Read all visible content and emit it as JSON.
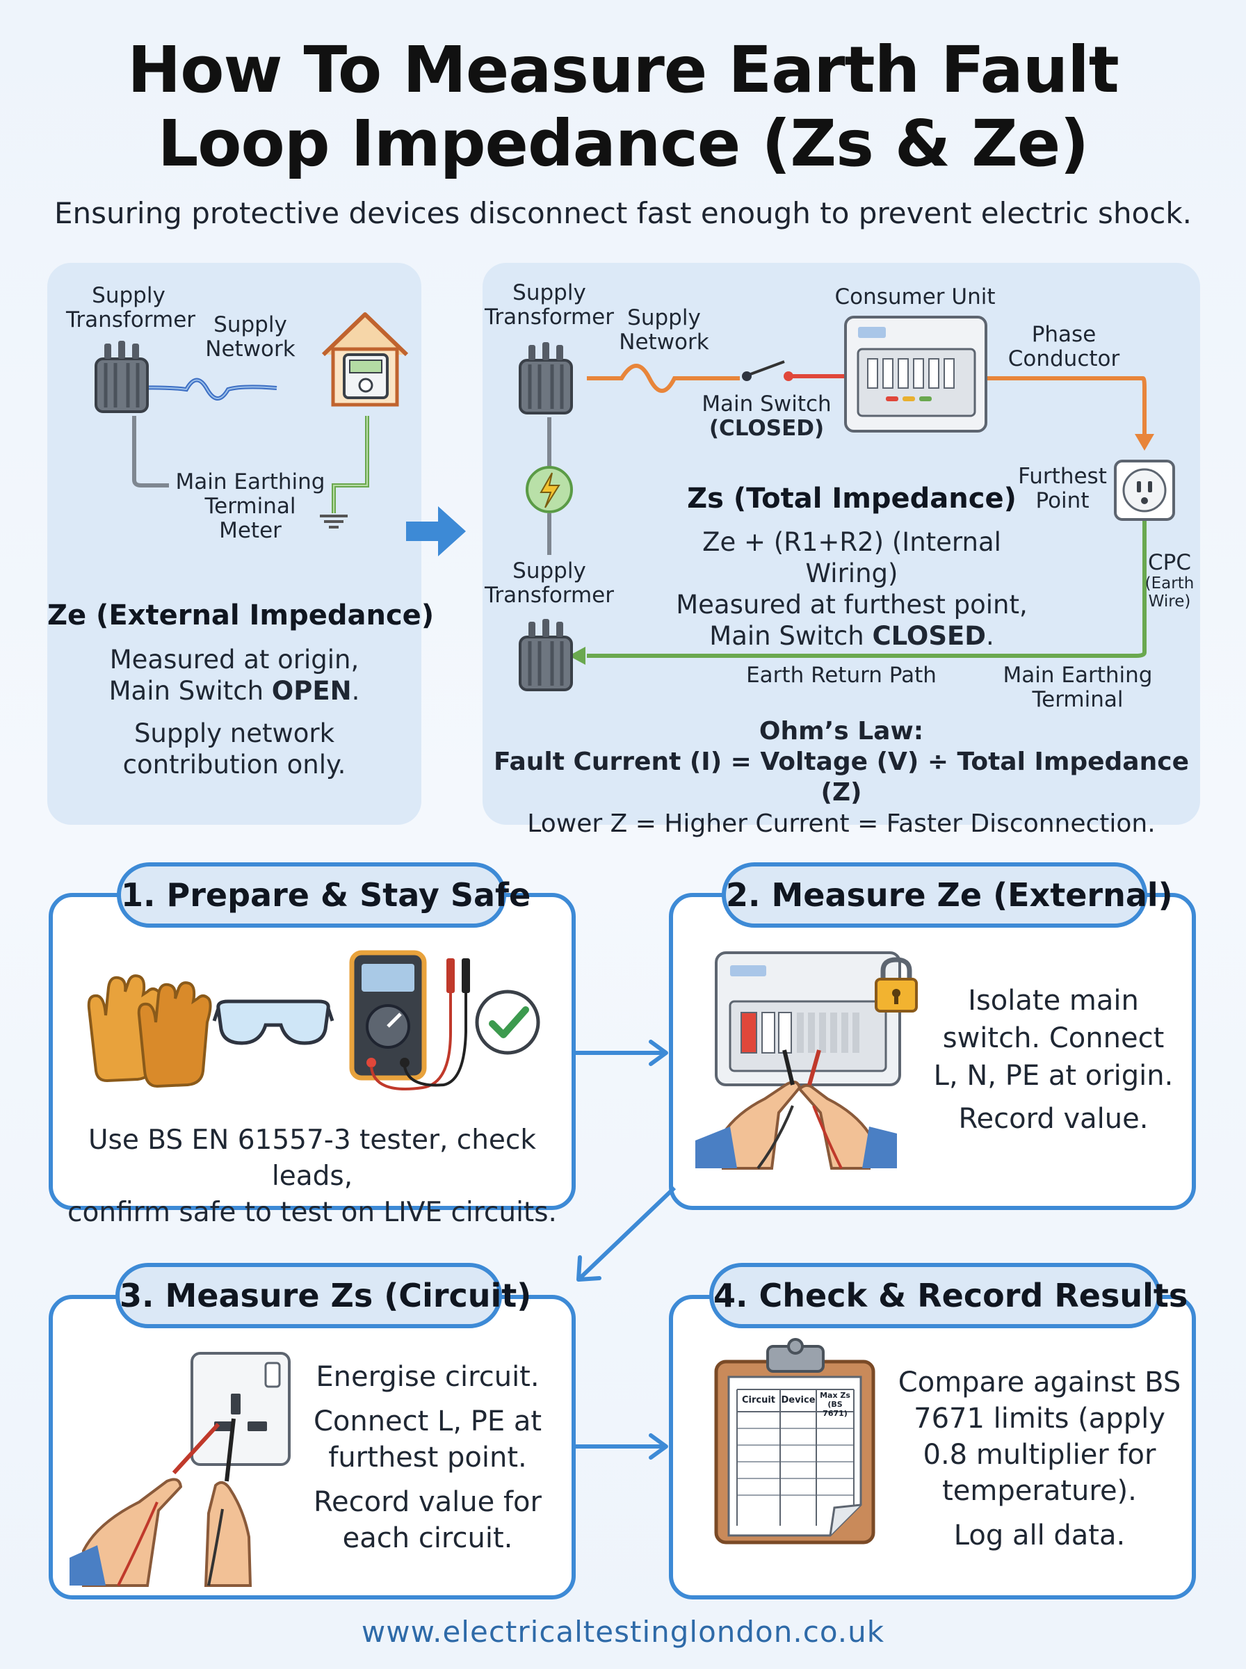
{
  "title": {
    "line1": "How To Measure Earth Fault",
    "line2": "Loop Impedance (Zs & Ze)"
  },
  "subtitle": "Ensuring protective devices disconnect fast enough to prevent electric shock.",
  "ze_panel": {
    "supply_transformer_1": "Supply",
    "supply_transformer_2": "Transformer",
    "supply_network_1": "Supply",
    "supply_network_2": "Network",
    "met_1": "Main Earthing",
    "met_2": "Terminal",
    "met_3": "Meter",
    "heading": "Ze (External Impedance)",
    "desc_1": "Measured at origin,",
    "desc_2_prefix": "Main Switch ",
    "desc_2_bold": "OPEN",
    "desc_2_suffix": ".",
    "desc_3": "Supply network",
    "desc_4": "contribution only."
  },
  "zs_panel": {
    "supply_transformer_1": "Supply",
    "supply_transformer_2": "Transformer",
    "supply_network_1": "Supply",
    "supply_network_2": "Network",
    "consumer_unit": "Consumer Unit",
    "phase_1": "Phase",
    "phase_2": "Conductor",
    "main_switch_1": "Main Switch",
    "main_switch_2": "(CLOSED)",
    "furthest_1": "Furthest",
    "furthest_2": "Point",
    "cpc_1": "CPC",
    "cpc_2": "(Earth",
    "cpc_3": "Wire)",
    "lower_transformer_1": "Supply",
    "lower_transformer_2": "Transformer",
    "heading": "Zs (Total Impedance)",
    "desc_1": "Ze + (R1+R2) (Internal Wiring)",
    "desc_2": "Measured at furthest point,",
    "desc_3_prefix": "Main Switch ",
    "desc_3_bold": "CLOSED",
    "desc_3_suffix": ".",
    "earth_return": "Earth Return Path",
    "met_1": "Main Earthing",
    "met_2": "Terminal",
    "ohms_heading": "Ohm’s Law:",
    "ohms_formula": "Fault Current (I) = Voltage (V) ÷ Total Impedance (Z)",
    "ohms_note": "Lower Z = Higher Current = Faster Disconnection."
  },
  "steps": [
    {
      "label": "1. Prepare & Stay Safe",
      "text_1": "Use BS EN 61557-3 tester, check leads,",
      "text_2": "confirm safe to test on LIVE circuits."
    },
    {
      "label": "2. Measure Ze (External)",
      "text_1": "Isolate main",
      "text_2": "switch. Connect",
      "text_3": "L, N, PE at origin.",
      "text_4": "Record value."
    },
    {
      "label": "3. Measure Zs (Circuit)",
      "text_1": "Energise circuit.",
      "text_2": "Connect L, PE at",
      "text_3": "furthest point.",
      "text_4": "Record value for",
      "text_5": "each circuit."
    },
    {
      "label": "4. Check & Record Results",
      "text_1": "Compare against BS",
      "text_2": "7671 limits (apply",
      "text_3": "0.8 multiplier for",
      "text_4": "temperature).",
      "text_5": "Log all data."
    }
  ],
  "clipboard": {
    "col_1": "Circuit",
    "col_2": "Device",
    "col_3a": "Max Zs",
    "col_3b": "(BS 7671)"
  },
  "footer": "www.electricaltestinglondon.co.uk",
  "colors": {
    "accent": "#3d8ad6",
    "panel": "#dce9f7",
    "phase": "#e8853a",
    "earth": "#6aa84f",
    "neutral_wire": "#3d6fc4",
    "check": "#3c9a4e"
  }
}
